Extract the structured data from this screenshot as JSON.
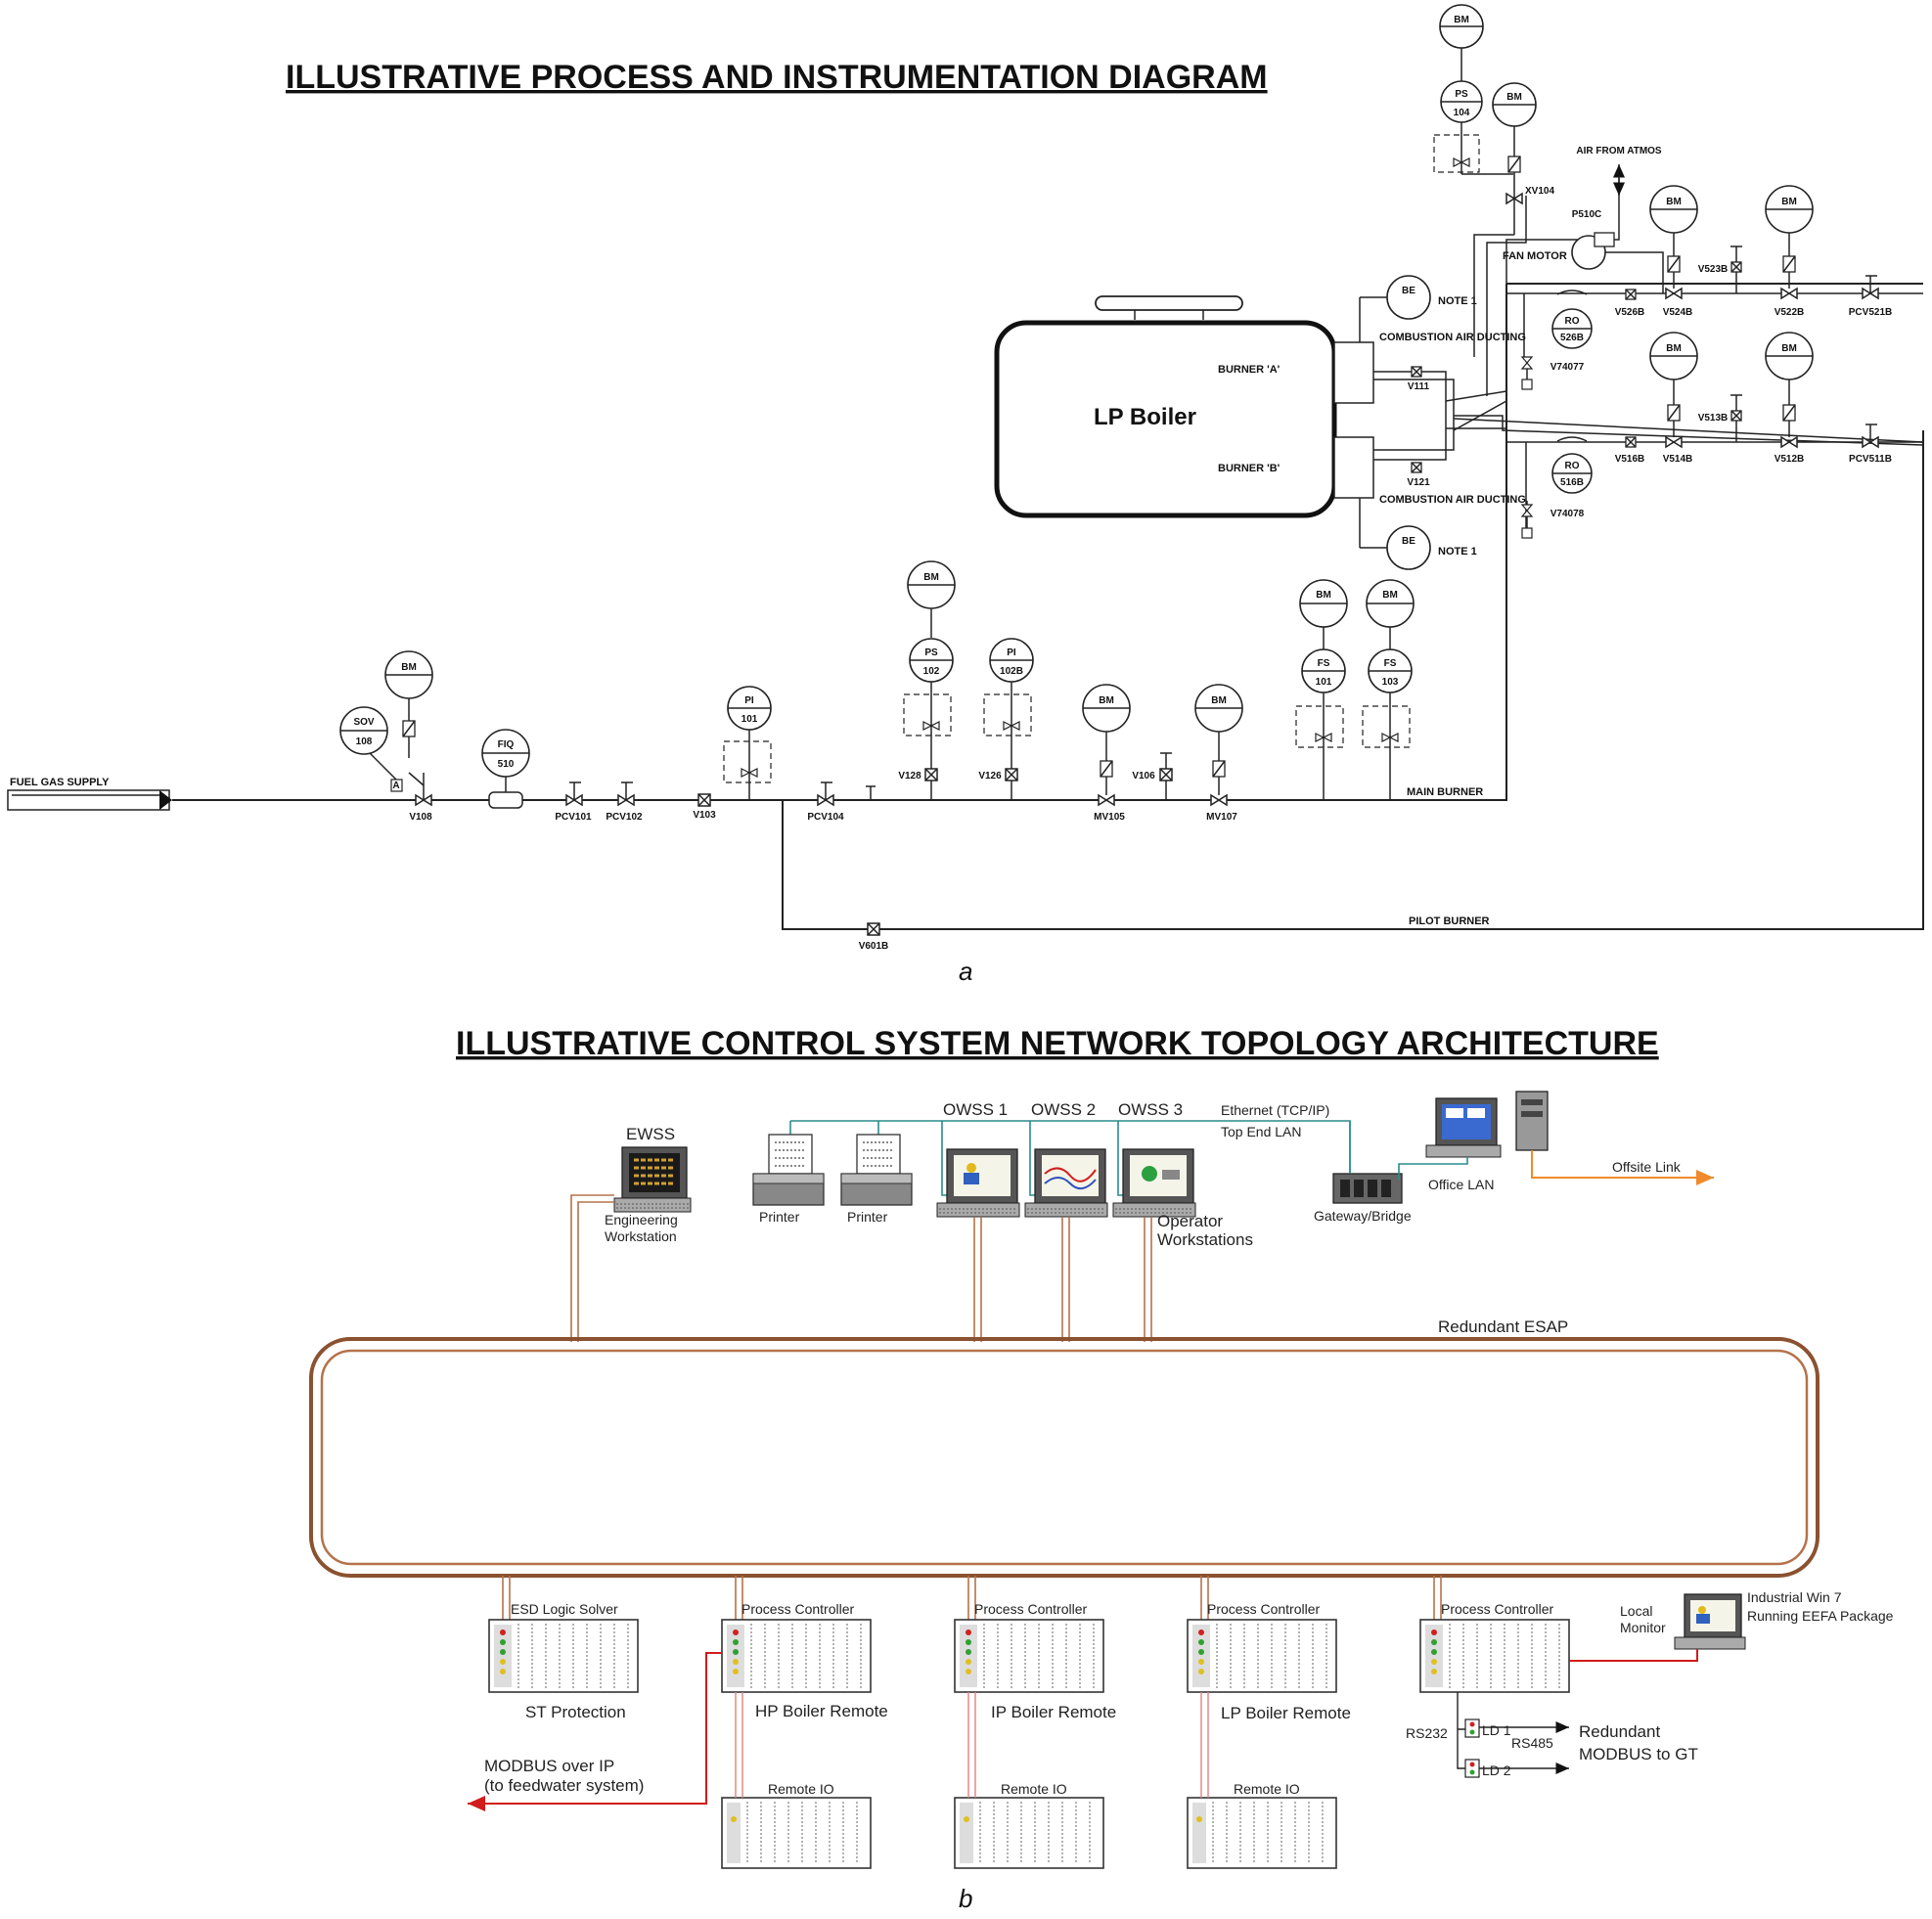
{
  "diagram_a": {
    "title": "ILLUSTRATIVE PROCESS AND INSTRUMENTATION DIAGRAM",
    "caption": "a",
    "boiler": {
      "name": "LP Boiler",
      "burner_a": "BURNER 'A'",
      "burner_b": "BURNER 'B'"
    },
    "fuel_gas_supply": "FUEL GAS SUPPLY",
    "main_burner": "MAIN BURNER",
    "pilot_burner": "PILOT BURNER",
    "combustion_air_ducting": "COMBUSTION AIR DUCTING",
    "air_from_atmos": "AIR FROM ATMOS",
    "fan_motor": "FAN MOTOR",
    "note_1": "NOTE 1",
    "instruments": {
      "bm": "BM",
      "sov": "SOV",
      "sov_num": "108",
      "fiq": "FIQ",
      "fiq_num": "510",
      "pi101": "PI",
      "pi101_num": "101",
      "ps102": "PS",
      "ps102_num": "102",
      "pi102b": "PI",
      "pi102b_num": "102B",
      "fs101": "FS",
      "fs101_num": "101",
      "fs103": "FS",
      "fs103_num": "103",
      "ps104": "PS",
      "ps104_num": "104",
      "be": "BE",
      "ro": "RO",
      "ro_526b": "526B",
      "ro_516b": "516B"
    },
    "valves": {
      "v108": "V108",
      "pcv101": "PCV101",
      "pcv102": "PCV102",
      "v103": "V103",
      "pcv104": "PCV104",
      "v128": "V128",
      "v126": "V126",
      "mv105": "MV105",
      "v106": "V106",
      "mv107": "MV107",
      "v601b": "V601B",
      "xv104": "XV104",
      "p510c": "P510C",
      "v111": "V111",
      "v121": "V121",
      "v74077": "V74077",
      "v74078": "V74078",
      "v526b": "V526B",
      "v524b": "V524B",
      "v523b": "V523B",
      "v522b": "V522B",
      "pcv521b": "PCV521B",
      "v516b": "V516B",
      "v514b": "V514B",
      "v513b": "V513B",
      "v512b": "V512B",
      "pcv511b": "PCV511B",
      "a": "A"
    }
  },
  "diagram_b": {
    "title": "ILLUSTRATIVE CONTROL SYSTEM NETWORK TOPOLOGY ARCHITECTURE",
    "caption": "b",
    "ewss": "EWSS",
    "engineering_workstation_1": "Engineering",
    "engineering_workstation_2": "Workstation",
    "printer_1": "Printer",
    "printer_2": "Printer",
    "owss_1": "OWSS 1",
    "owss_2": "OWSS 2",
    "owss_3": "OWSS 3",
    "operator_workstations_1": "Operator",
    "operator_workstations_2": "Workstations",
    "ethernet": "Ethernet (TCP/IP)",
    "top_end_lan": "Top End LAN",
    "gateway_bridge": "Gateway/Bridge",
    "office_lan": "Office LAN",
    "offsite_link": "Offsite Link",
    "redundant_esap": "Redundant ESAP",
    "esd_logic_solver": "ESD Logic Solver",
    "process_controller": "Process Controller",
    "st_protection": "ST Protection",
    "hp_boiler_remote": "HP Boiler Remote",
    "ip_boiler_remote": "IP Boiler Remote",
    "lp_boiler_remote": "LP Boiler Remote",
    "remote_io": "Remote IO",
    "modbus_over_ip_1": "MODBUS over IP",
    "modbus_over_ip_2": "(to feedwater system)",
    "local_monitor_1": "Local",
    "local_monitor_2": "Monitor",
    "industrial_win7_1": "Industrial Win 7",
    "industrial_win7_2": "Running EEFA Package",
    "rs232": "RS232",
    "rs485": "RS485",
    "ld1": "LD 1",
    "ld2": "LD 2",
    "redundant_modbus_1": "Redundant",
    "redundant_modbus_2": "MODBUS to GT",
    "colors": {
      "cable": "#b5724a",
      "lan": "#2a8c8c",
      "modbus": "#d21b1b",
      "offsite": "#f08a2a"
    }
  }
}
